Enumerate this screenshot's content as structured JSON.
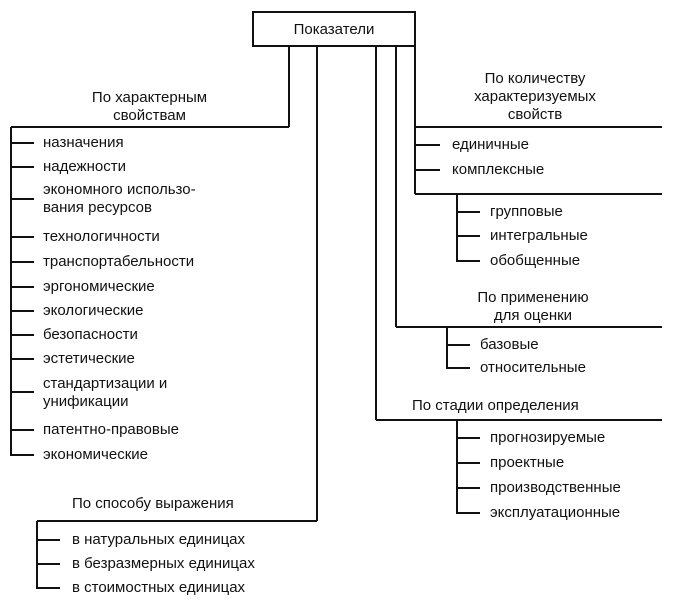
{
  "root": "Показатели",
  "groups": {
    "characteristic": {
      "title": "По характерным\nсвойствам",
      "items": [
        "назначения",
        "надежности",
        "экономного использо-\nвания ресурсов",
        "технологичности",
        "транспортабельности",
        "эргономические",
        "экологические",
        "безопасности",
        "эстетические",
        "стандартизации и\nунификации",
        "патентно-правовые",
        "экономические"
      ]
    },
    "expression": {
      "title": "По способу выражения",
      "items": [
        "в натуральных единицах",
        "в безразмерных единицах",
        "в стоимостных единицах"
      ]
    },
    "quantity": {
      "title": "По количеству\nхарактеризуемых\nсвойств",
      "items": [
        "единичные",
        "комплексные"
      ],
      "subitems": [
        "групповые",
        "интегральные",
        "обобщенные"
      ]
    },
    "application": {
      "title": "По применению\nдля оценки",
      "items": [
        "базовые",
        "относительные"
      ]
    },
    "stage": {
      "title": "По стадии определения",
      "items": [
        "прогнозируемые",
        "проектные",
        "производственные",
        "эксплуатационные"
      ]
    }
  }
}
